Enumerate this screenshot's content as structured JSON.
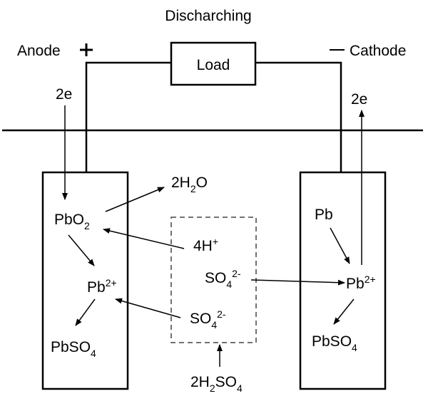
{
  "title": "Discharching",
  "anode": {
    "label": "Anode",
    "sign": "+"
  },
  "cathode": {
    "label": "Cathode",
    "sign": "—"
  },
  "load": {
    "label": "Load"
  },
  "electrons": {
    "anode_in": "2e",
    "cathode_out": "2e"
  },
  "left_electrode": {
    "pbo2": {
      "base": "PbO",
      "sub": "2"
    },
    "pb2plus": {
      "base": "Pb",
      "sup": "2+"
    },
    "pbso4": {
      "base": "PbSO",
      "sub": "4"
    }
  },
  "right_electrode": {
    "pb": {
      "base": "Pb"
    },
    "pb2plus": {
      "base": "Pb",
      "sup": "2+"
    },
    "pbso4": {
      "base": "PbSO",
      "sub": "4"
    }
  },
  "electrolyte": {
    "water": {
      "pre": "2H",
      "sub": "2",
      "post": "O"
    },
    "hplus": {
      "base": "4H",
      "sup": "+"
    },
    "so4_right": {
      "base": "SO",
      "sub": "4",
      "sup": "2-"
    },
    "so4_left": {
      "base": "SO",
      "sub": "4",
      "sup": "2-"
    },
    "acid": {
      "pre": "2H",
      "sub1": "2",
      "mid": "SO",
      "sub2": "4"
    }
  }
}
